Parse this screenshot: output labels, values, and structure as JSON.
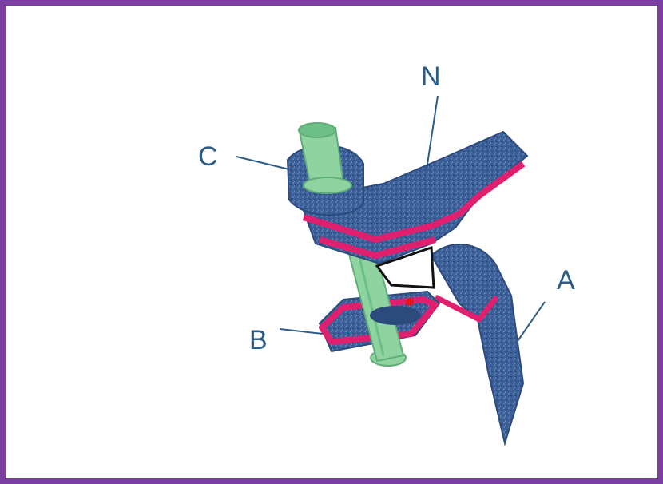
{
  "labels": {
    "n": "N",
    "c": "C",
    "a": "A",
    "b": "B"
  },
  "colors": {
    "border": "#7a3fa0",
    "metal": "#3b5f98",
    "metal_dark": "#2c4a7c",
    "bolt": "#8fd3a0",
    "bolt_dark": "#5fae78",
    "edge": "#e0206e",
    "label": "#2d5d86"
  },
  "icons": [
    "bolt-part",
    "nut-part",
    "strap-part",
    "washer-part"
  ]
}
